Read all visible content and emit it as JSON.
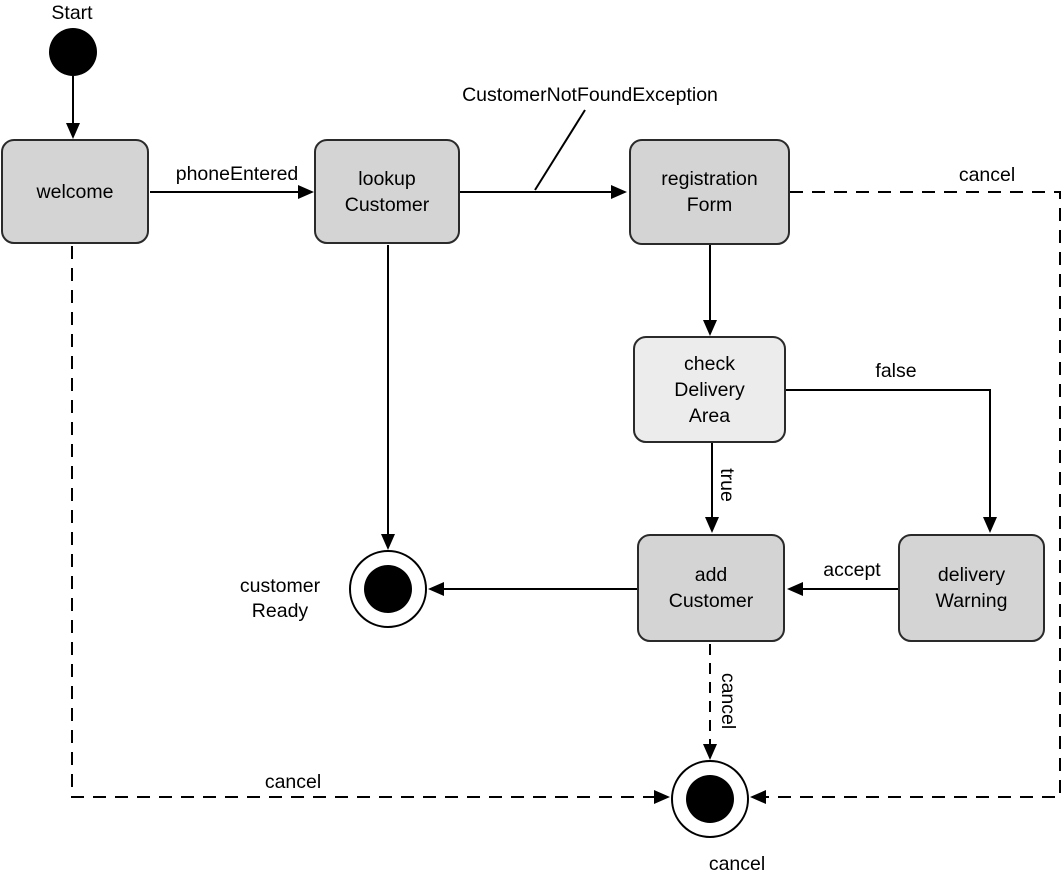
{
  "diagram": {
    "kind": "uml-state-diagram",
    "colors": {
      "background": "#ffffff",
      "state_fill": "#d4d4d4",
      "state_fill_light": "#ececec",
      "state_border": "#2a2a2a",
      "line": "#000000",
      "text": "#000000"
    },
    "initial": {
      "label": "Start"
    },
    "states": {
      "welcome": {
        "lines": [
          "welcome"
        ]
      },
      "lookup_customer": {
        "lines": [
          "lookup",
          "Customer"
        ]
      },
      "registration_form": {
        "lines": [
          "registration",
          "Form"
        ]
      },
      "check_delivery_area": {
        "lines": [
          "check",
          "Delivery",
          "Area"
        ]
      },
      "add_customer": {
        "lines": [
          "add",
          "Customer"
        ]
      },
      "delivery_warning": {
        "lines": [
          "delivery",
          "Warning"
        ]
      }
    },
    "final_states": {
      "customer_ready": {
        "lines": [
          "customer",
          "Ready"
        ]
      },
      "cancel": {
        "label": "cancel"
      }
    },
    "transition_labels": {
      "phone_entered": "phoneEntered",
      "customer_not_found_exception": "CustomerNotFoundException",
      "cancel_top": "cancel",
      "false_branch": "false",
      "true_branch": "true",
      "accept": "accept",
      "cancel_from_add": "cancel",
      "cancel_from_welcome": "cancel"
    }
  }
}
